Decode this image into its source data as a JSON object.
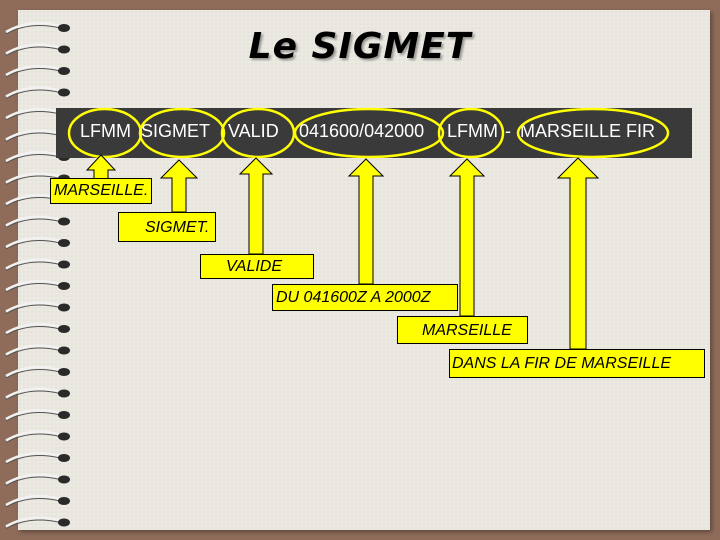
{
  "slide": {
    "title": "Le SIGMET",
    "message": {
      "tokens": [
        "LFMM",
        "SIGMET",
        "VALID",
        "041600/042000",
        "LFMM",
        "-",
        "MARSEILLE FIR"
      ]
    },
    "explanations": [
      "MARSEILLE.",
      "SIGMET.",
      "VALIDE",
      "DU  041600Z A 2000Z",
      "MARSEILLE",
      "DANS LA FIR DE MARSEILLE"
    ]
  },
  "colors": {
    "background": "#8f6c5a",
    "page": "#ece9e2",
    "banner": "#3a3a3a",
    "highlight": "#ffff00"
  }
}
